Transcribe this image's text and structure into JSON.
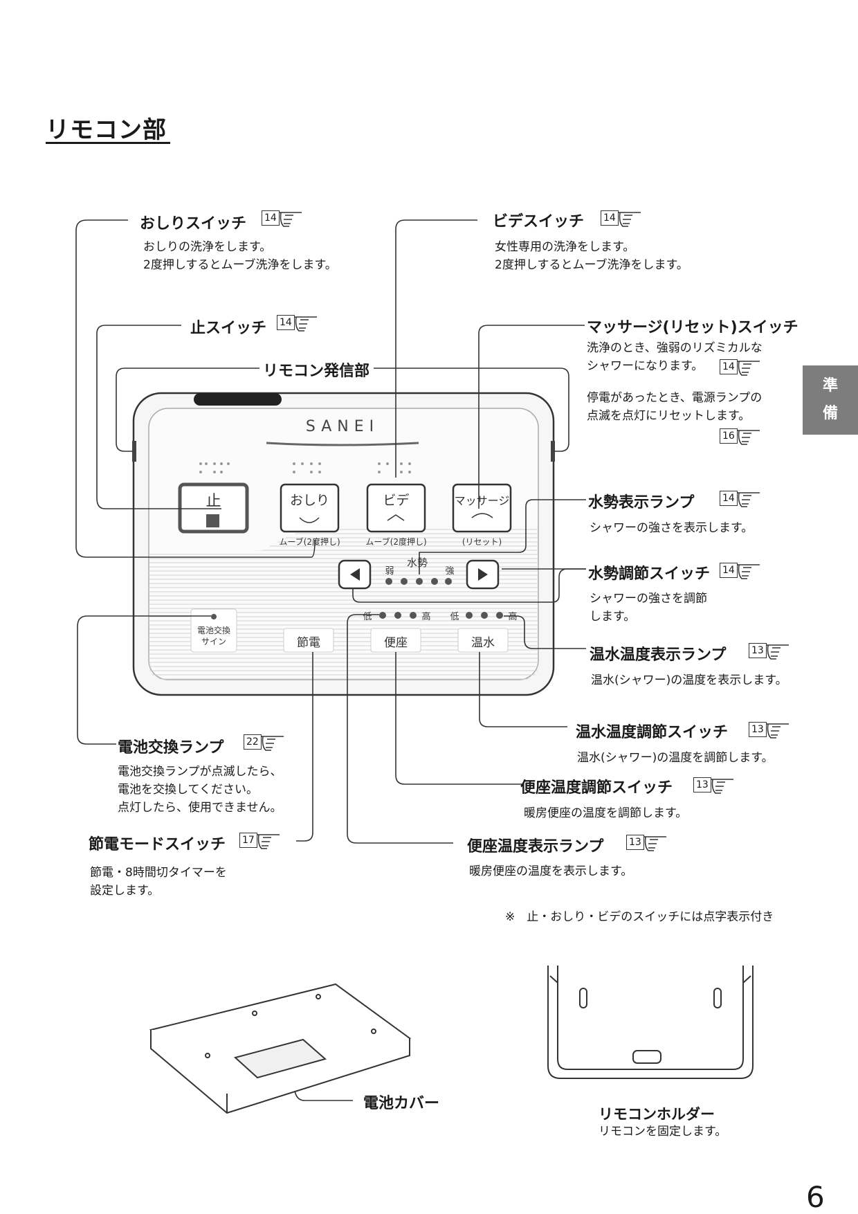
{
  "section_title": "リモコン部",
  "side_tab": [
    "準",
    "備"
  ],
  "page_number": "6",
  "footnote": "※　止・おしり・ビデのスイッチには点字表示付き",
  "callouts": {
    "oshiri": {
      "label": "おしりスイッチ",
      "ref": "14",
      "desc": [
        "おしりの洗浄をします。",
        "2度押しするとムーブ洗浄をします。"
      ]
    },
    "bidet": {
      "label": "ビデスイッチ",
      "ref": "14",
      "desc": [
        "女性専用の洗浄をします。",
        "2度押しするとムーブ洗浄をします。"
      ]
    },
    "stop": {
      "label": "止スイッチ",
      "ref": "14"
    },
    "massage": {
      "label": "マッサージ(リセット)スイッチ",
      "ref": "14",
      "desc": [
        "洗浄のとき、強弱のリズミカルな",
        "シャワーになります。"
      ],
      "ref2": "16",
      "desc2": [
        "停電があったとき、電源ランプの",
        "点滅を点灯にリセットします。"
      ]
    },
    "transmitter": {
      "label": "リモコン発信部"
    },
    "flow_lamp": {
      "label": "水勢表示ランプ",
      "ref": "14",
      "desc": [
        "シャワーの強さを表示します。"
      ]
    },
    "flow_switch": {
      "label": "水勢調節スイッチ",
      "ref": "14",
      "desc": [
        "シャワーの強さを調節",
        "します。"
      ]
    },
    "water_temp_lamp": {
      "label": "温水温度表示ランプ",
      "ref": "13",
      "desc": [
        "温水(シャワー)の温度を表示します。"
      ]
    },
    "water_temp_switch": {
      "label": "温水温度調節スイッチ",
      "ref": "13",
      "desc": [
        "温水(シャワー)の温度を調節します。"
      ]
    },
    "battery_lamp": {
      "label": "電池交換ランプ",
      "ref": "22",
      "desc": [
        "電池交換ランプが点滅したら、",
        "電池を交換してください。",
        "点灯したら、使用できません。"
      ]
    },
    "seat_temp_switch": {
      "label": "便座温度調節スイッチ",
      "ref": "13",
      "desc": [
        "暖房便座の温度を調節します。"
      ]
    },
    "eco_switch": {
      "label": "節電モードスイッチ",
      "ref": "17",
      "desc": [
        "節電・8時間切タイマーを",
        "設定します。"
      ]
    },
    "seat_temp_lamp": {
      "label": "便座温度表示ランプ",
      "ref": "13",
      "desc": [
        "暖房便座の温度を表示します。"
      ]
    }
  },
  "remote": {
    "brand": "SANEI",
    "buttons": {
      "stop": "止",
      "oshiri": "おしり",
      "bidet": "ビデ",
      "massage": "マッサージ"
    },
    "sublabels": {
      "oshiri": "ムーブ(2度押し)",
      "bidet": "ムーブ(2度押し)",
      "massage": "(リセット)"
    },
    "flow": {
      "title": "水勢",
      "weak": "弱",
      "strong": "強"
    },
    "temp": {
      "low": "低",
      "high": "高"
    },
    "battery_sign": [
      "電池交換",
      "サイン"
    ],
    "bottom_buttons": {
      "eco": "節電",
      "seat": "便座",
      "water": "温水"
    }
  },
  "bottom": {
    "battery_cover": "電池カバー",
    "holder_title": "リモコンホルダー",
    "holder_desc": "リモコンを固定します。"
  }
}
